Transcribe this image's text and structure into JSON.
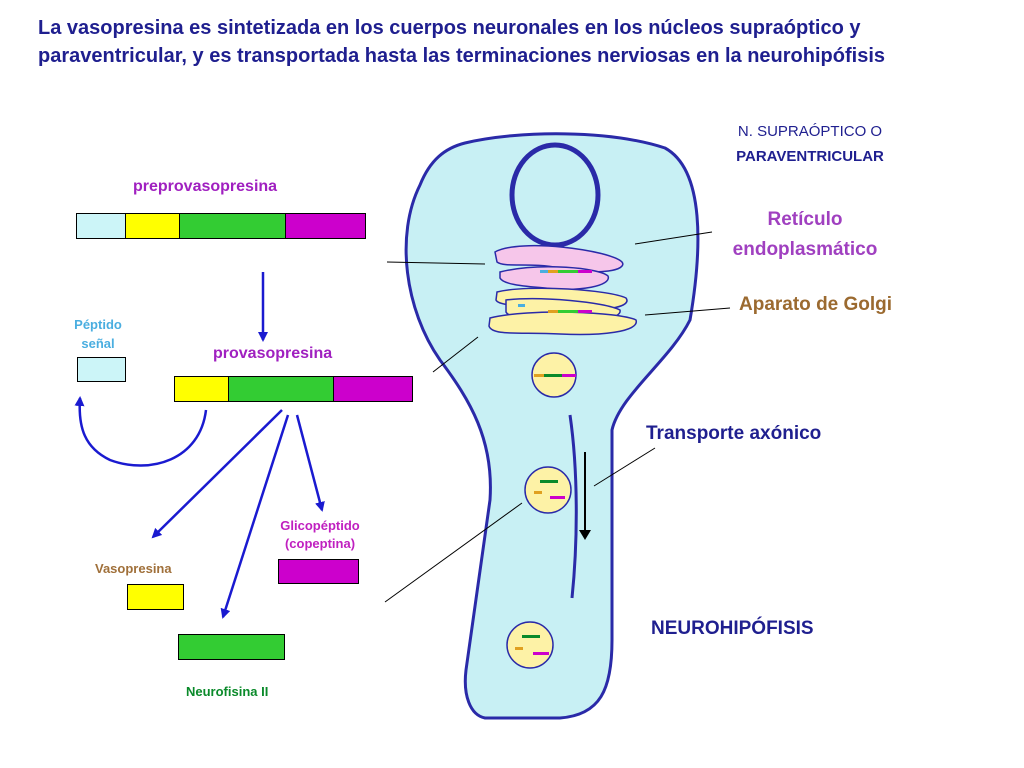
{
  "title": "La vasopresina es sintetizada en los cuerpos neuronales en los núcleos supraóptico y paraventricular, y es transportada hasta las terminaciones nerviosas en la neurohipófisis",
  "labels": {
    "preprovasopresina": "preprovasopresina",
    "provasopresina": "provasopresina",
    "peptido_senal_1": "Péptido",
    "peptido_senal_2": "señal",
    "vasopresina": "Vasopresina",
    "glicopeptido_1": "Glicopéptido",
    "glicopeptido_2": "(copeptina)",
    "neurofisina": "Neurofisina II",
    "nucleo_1": "N. SUPRAÓPTICO O",
    "nucleo_2": "PARAVENTRICULAR",
    "reticulo_1": "Retículo",
    "reticulo_2": "endoplasmático",
    "golgi": "Aparato de Golgi",
    "transporte": "Transporte axónico",
    "neurohipofisis": "NEUROHIPÓFISIS"
  },
  "colors": {
    "title": "#1f1f8f",
    "signal_peptide": "#ccf5f8",
    "vasopressin": "#ffff00",
    "neurophysin": "#33cc33",
    "glycopeptide": "#cc00cc",
    "arrow": "#1a1ad0",
    "peptido_label": "#4aaee0",
    "vasopresina_label": "#a0703a",
    "glicopeptido_label": "#c020c0",
    "neurofisina_label": "#0a8a2a",
    "reticulo_label": "#a040c0",
    "golgi_label": "#9b6a30",
    "cell_fill": "#c8f0f4",
    "cell_stroke": "#2a2aa8",
    "er_fill": "#f6c6ea",
    "golgi_fill": "#fdf2a6"
  }
}
